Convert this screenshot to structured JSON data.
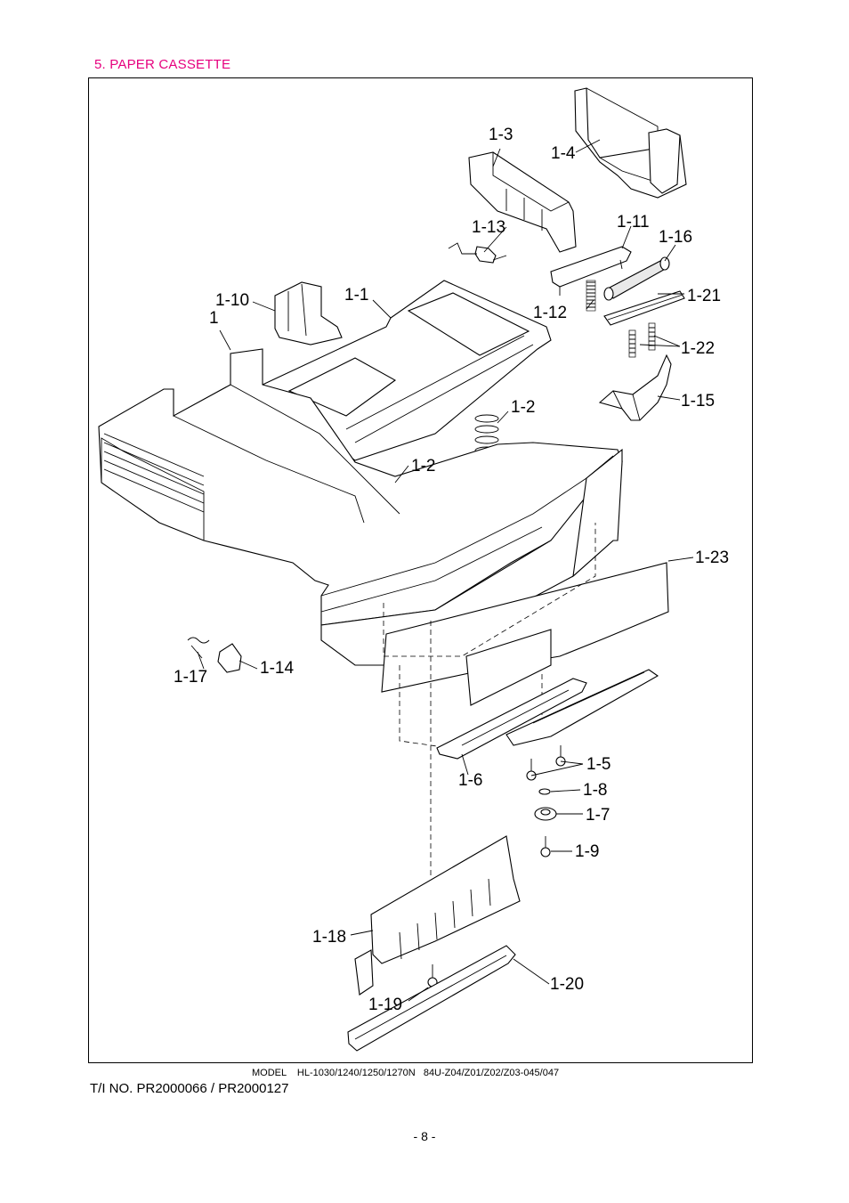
{
  "section_title": "5. PAPER CASSETTE",
  "labels": {
    "l1": "1",
    "l1_1": "1-1",
    "l1_2a": "1-2",
    "l1_2b": "1-2",
    "l1_3": "1-3",
    "l1_4": "1-4",
    "l1_5": "1-5",
    "l1_6": "1-6",
    "l1_7": "1-7",
    "l1_8": "1-8",
    "l1_9": "1-9",
    "l1_10": "1-10",
    "l1_11": "1-11",
    "l1_12": "1-12",
    "l1_13": "1-13",
    "l1_14": "1-14",
    "l1_15": "1-15",
    "l1_16": "1-16",
    "l1_17": "1-17",
    "l1_18": "1-18",
    "l1_19": "1-19",
    "l1_20": "1-20",
    "l1_21": "1-21",
    "l1_22": "1-22",
    "l1_23": "1-23"
  },
  "footer": {
    "model": "MODEL    HL-1030/1240/1250/1270N   84U-Z04/Z01/Z02/Z03-045/047",
    "ti_no": "T/I NO. PR2000066 / PR2000127",
    "page": "- 8 -"
  }
}
